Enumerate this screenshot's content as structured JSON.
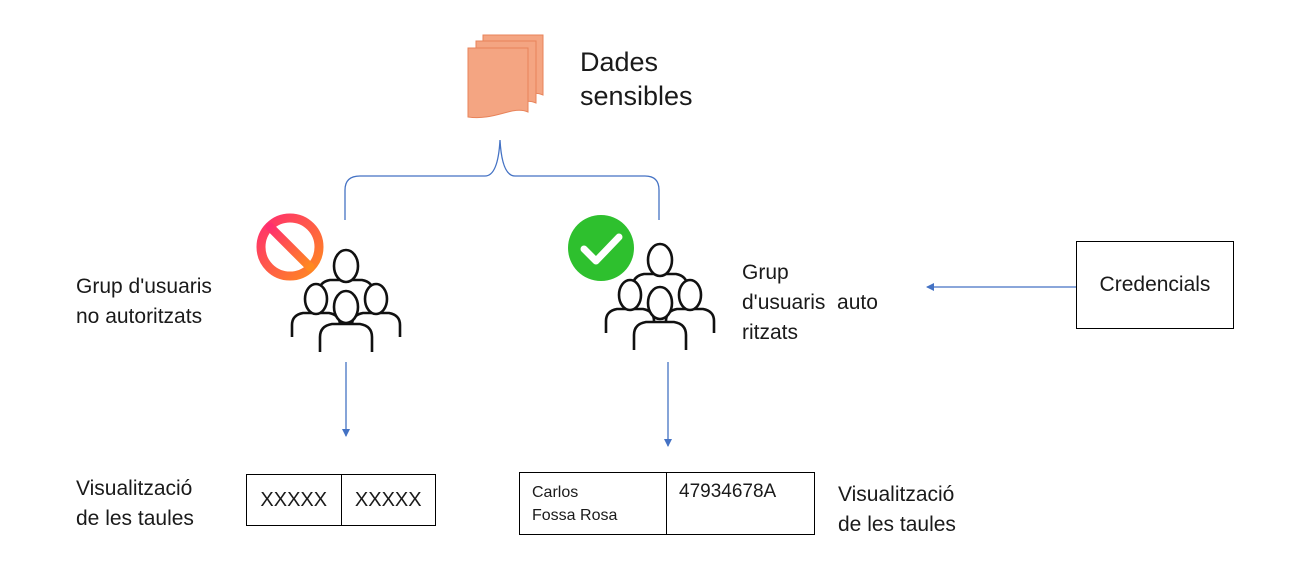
{
  "source": {
    "label_line1": "Dades",
    "label_line2": "sensibles"
  },
  "unauthorized": {
    "label_line1": "Grup d'usuaris",
    "label_line2": "no autoritzats",
    "view_line1": "Visualització",
    "view_line2": "de les taules",
    "cells": [
      "XXXXX",
      "XXXXX"
    ]
  },
  "authorized": {
    "label_line1": "Grup",
    "label_line2": "d'usuaris  auto",
    "label_line3": "ritzats",
    "view_line1": "Visualització",
    "view_line2": "de les taules",
    "cell1_line1": "Carlos",
    "cell1_line2": "Fossa Rosa",
    "cell2": "47934678A"
  },
  "credentials": {
    "label": "Credencials"
  },
  "colors": {
    "line": "#4472c4",
    "doc_fill": "#f4a582",
    "doc_stroke": "#e8835a",
    "deny_start": "#ff2d6f",
    "deny_end": "#ff8a1f",
    "allow": "#2ec02e"
  }
}
